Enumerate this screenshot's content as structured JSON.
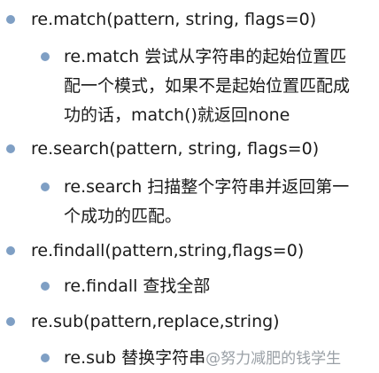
{
  "items": [
    {
      "level": 1,
      "lines": [
        "re.match(pattern, string, flags=0)"
      ]
    },
    {
      "level": 2,
      "lines": [
        "re.match 尝试从字符串的起始位置匹",
        "配一个模式，如果不是起始位置匹配成",
        "功的话，match()就返回none"
      ]
    },
    {
      "level": 1,
      "lines": [
        "re.search(pattern, string, flags=0)"
      ]
    },
    {
      "level": 2,
      "lines": [
        "re.search 扫描整个字符串并返回第一",
        "个成功的匹配。"
      ]
    },
    {
      "level": 1,
      "lines": [
        "re.findall(pattern,string,flags=0)"
      ]
    },
    {
      "level": 2,
      "lines": [
        "re.findall 查找全部"
      ]
    },
    {
      "level": 1,
      "lines": [
        "re.sub(pattern,replace,string)"
      ]
    },
    {
      "level": 2,
      "lines": [
        "re.sub 替换字符串"
      ]
    }
  ],
  "watermark": "@努力减肥的钱学生",
  "colors": {
    "bullet": "#7f9fc4",
    "text": "#1a1a1a",
    "watermark": "#9aa0a6"
  }
}
